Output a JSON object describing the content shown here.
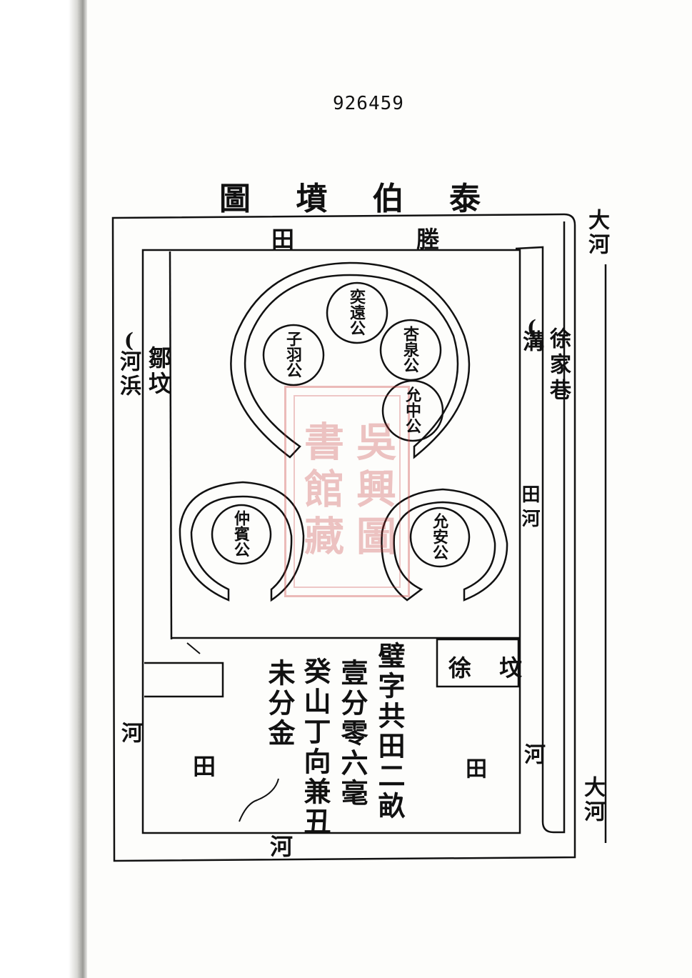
{
  "page_number": "926459",
  "title_chars": [
    "泰",
    "伯",
    "墳",
    "圖"
  ],
  "top_road": "田 塍",
  "labels": {
    "big_river_top": "大河",
    "big_river_bottom": "大河",
    "river_bank_left": "河浜",
    "river_bank_paren": "(",
    "zou_fen": "鄒坟",
    "ditch": "溝",
    "ditch_paren": "(",
    "xu_alley": "徐家巷",
    "field_river": "田河",
    "river_left": "河",
    "river_right": "河",
    "river_bottom": "河",
    "field_left": "田",
    "field_right": "田",
    "xu_fen": "徐 坟"
  },
  "graves": {
    "g1": "奕遠公",
    "g2": "子羽公",
    "g3": "杏泉公",
    "g4": "允中公",
    "g5": "仲賓公",
    "g6": "允安公"
  },
  "notes": [
    "璧字共田二畝",
    "壹分零六毫",
    "癸山丁向兼丑",
    "未分金"
  ],
  "seal_text": [
    "吳興圖",
    "書館藏"
  ],
  "colors": {
    "ink": "#111111",
    "seal_red": "#c83c3c",
    "paper": "#fdfdfb"
  }
}
